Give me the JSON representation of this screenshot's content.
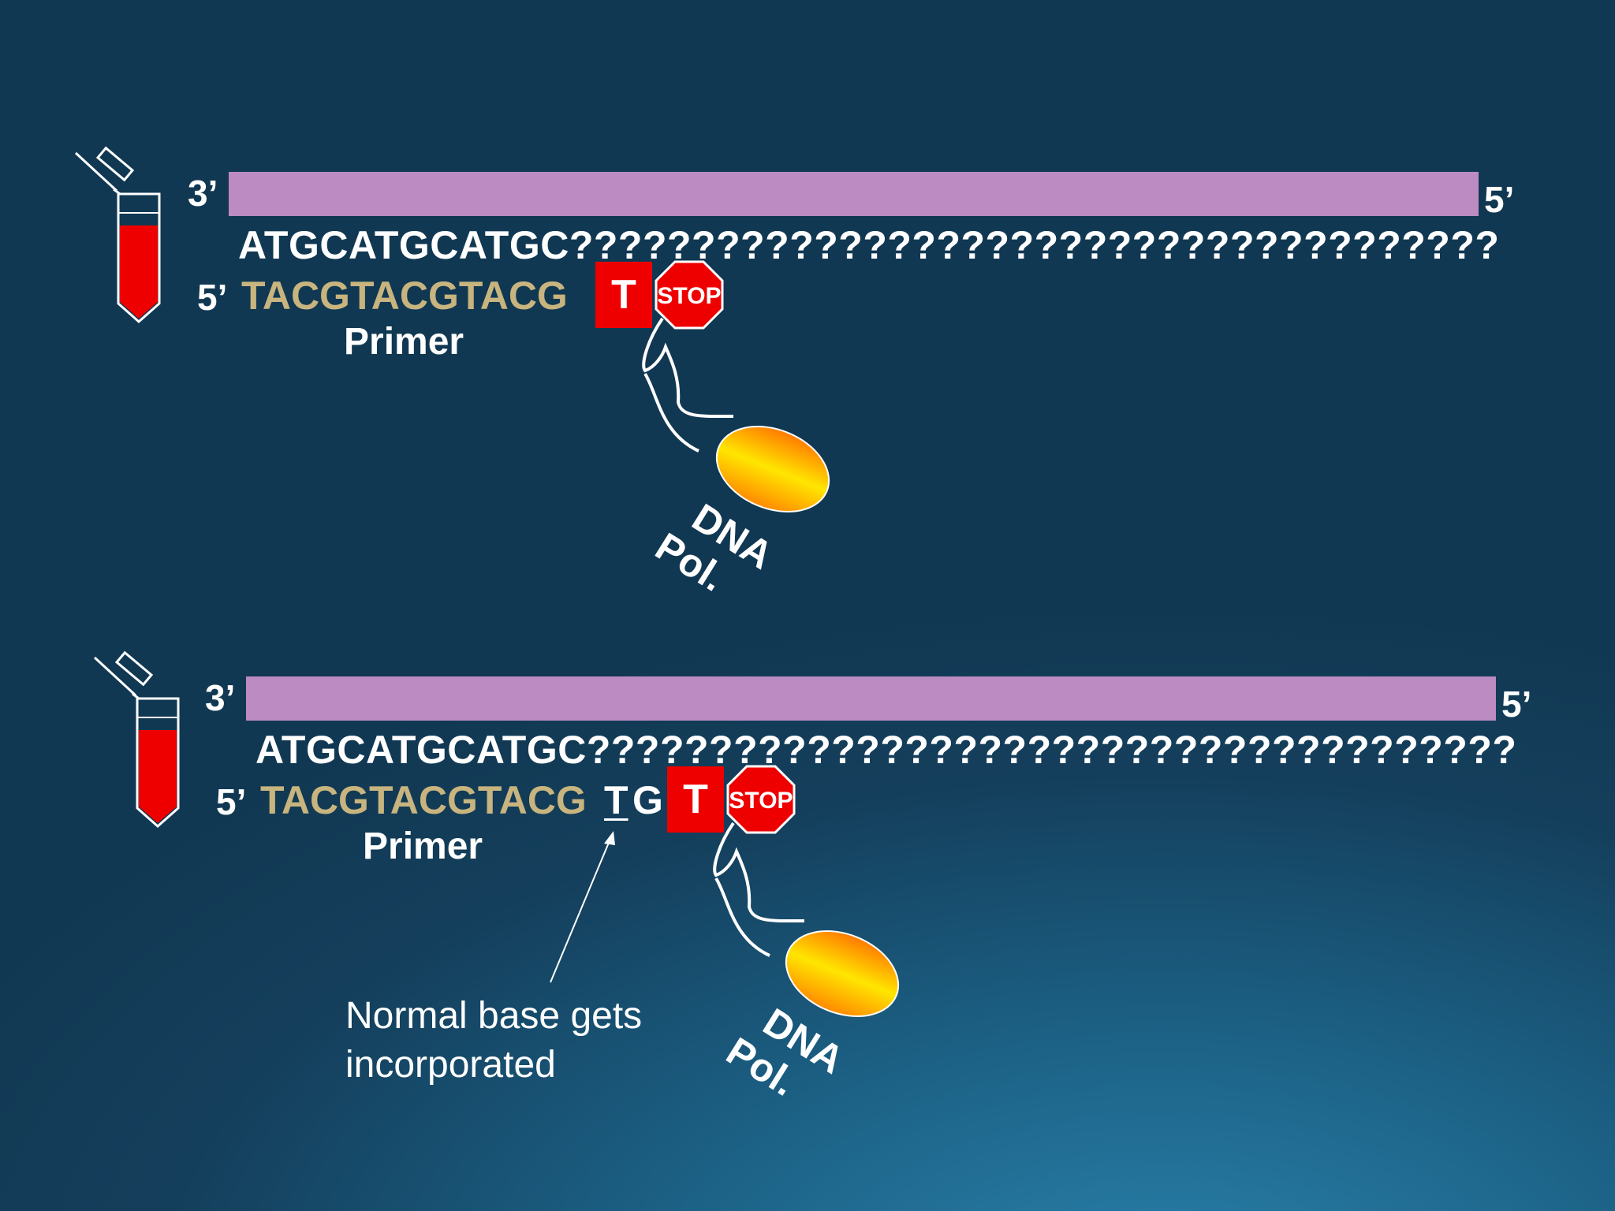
{
  "panels": [
    {
      "end_left": "3’",
      "end_right": "5’",
      "template_sequence": "ATGCATGCATGC??????????????????????????????????????",
      "primer_end": "5’",
      "primer_sequence": "TACGTACGTACG",
      "added_bases": [],
      "terminator_base": "T",
      "stop_sign": "STOP",
      "primer_label": "Primer",
      "enzyme_line1": "DNA",
      "enzyme_line2": "Pol."
    },
    {
      "end_left": "3’",
      "end_right": "5’",
      "template_sequence": "ATGCATGCATGC??????????????????????????????????????",
      "primer_end": "5’",
      "primer_sequence": "TACGTACGTACG",
      "added_bases": [
        "T",
        "G"
      ],
      "terminator_base": "T",
      "stop_sign": "STOP",
      "primer_label": "Primer",
      "enzyme_line1": "DNA",
      "enzyme_line2": "Pol.",
      "note_line1": "Normal base gets",
      "note_line2": "incorporated"
    }
  ],
  "colors": {
    "template_strand": "#bb8bc2",
    "primer_text": "#c8b47e",
    "terminator_box": "#ee0000",
    "tube_liquid": "#ee0000"
  },
  "icons": [
    "eppendorf-tube-icon",
    "stop-sign-icon",
    "dna-polymerase-icon"
  ]
}
